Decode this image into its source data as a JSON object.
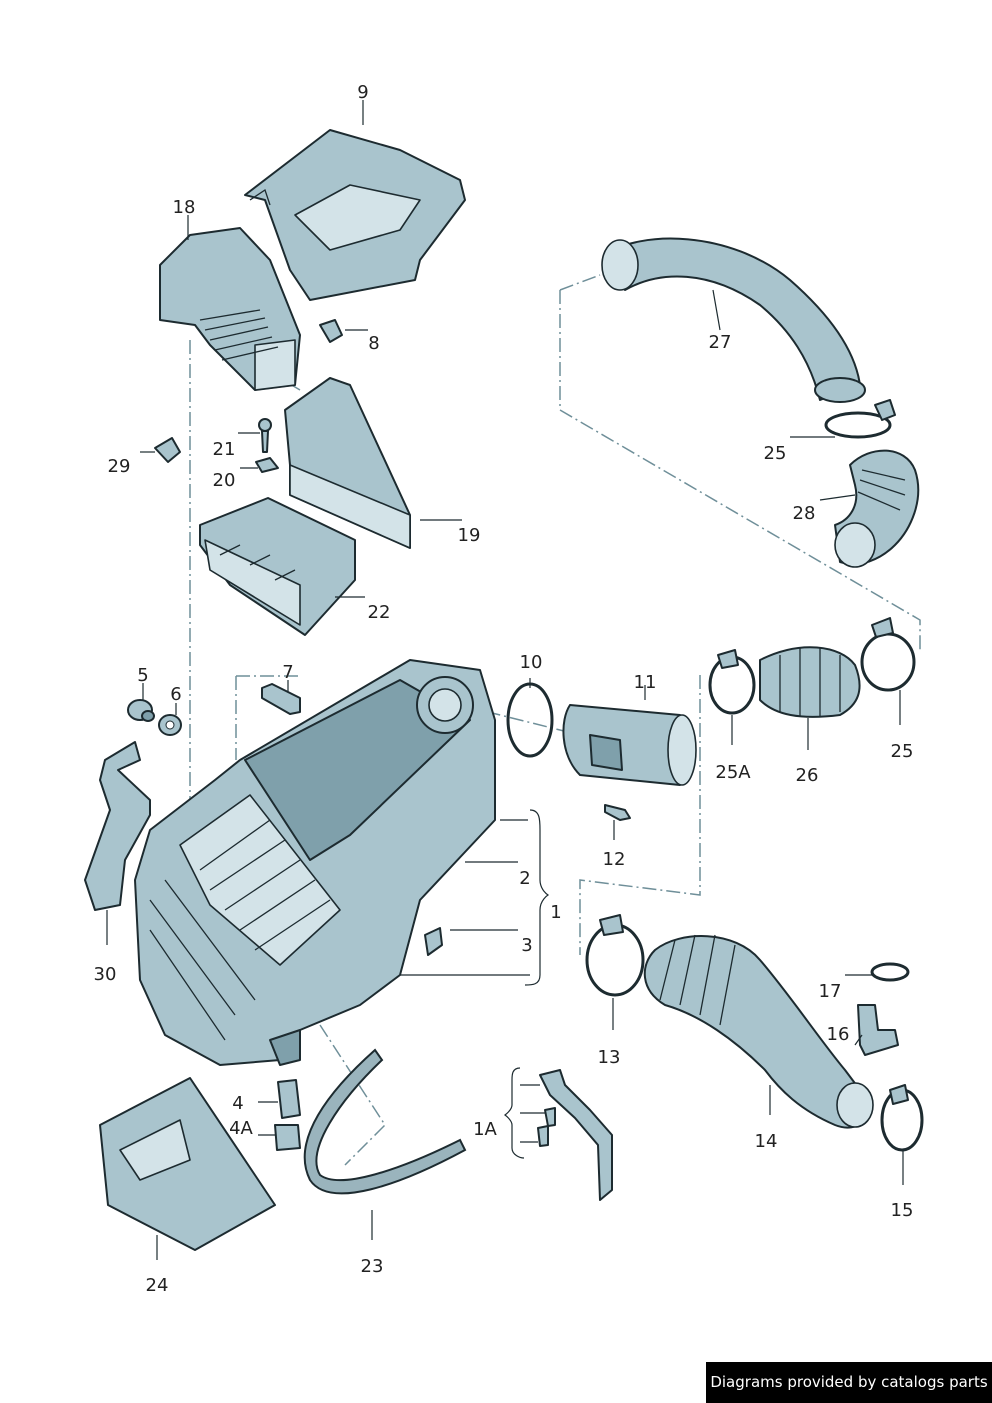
{
  "diagram": {
    "labels": [
      "9",
      "18",
      "8",
      "27",
      "21",
      "29",
      "20",
      "25",
      "28",
      "19",
      "22",
      "7",
      "5",
      "6",
      "10",
      "11",
      "25A",
      "26",
      "25",
      "12",
      "2",
      "1",
      "30",
      "3",
      "17",
      "16",
      "13",
      "4",
      "4A",
      "1A",
      "14",
      "15",
      "23",
      "24"
    ]
  },
  "watermark": {
    "text": "Diagrams provided by catalogs parts"
  },
  "colors": {
    "part_fill": "#a9c4cd",
    "part_dark": "#7fa0ab",
    "outline": "#1d2b30"
  }
}
